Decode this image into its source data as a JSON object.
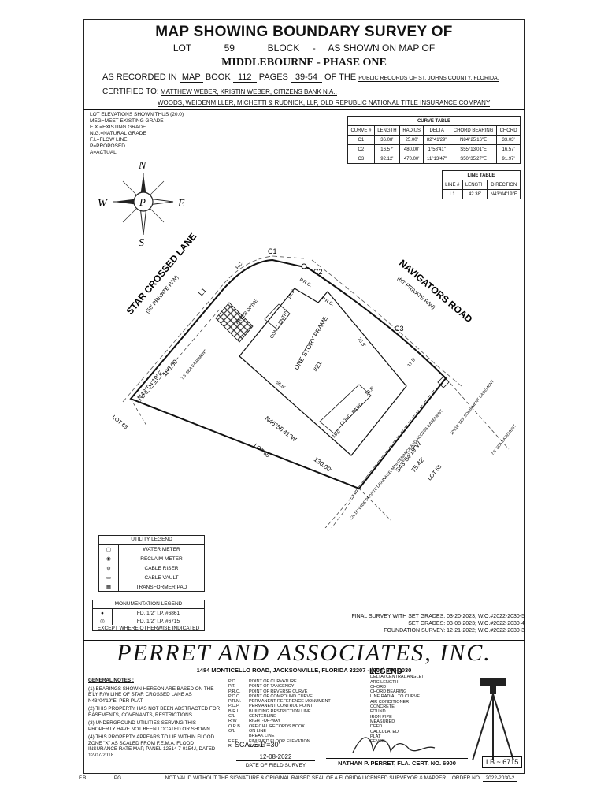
{
  "header": {
    "title": "MAP SHOWING BOUNDARY SURVEY OF",
    "lot_label": "LOT",
    "lot": "59",
    "block_label": "BLOCK",
    "block": "-",
    "as_shown": "AS SHOWN ON MAP OF",
    "subdivision": "MIDDLEBOURNE - PHASE ONE",
    "recorded_label": "AS RECORDED IN",
    "recorded_type": "MAP",
    "book_label": "BOOK",
    "book": "112",
    "pages_label": "PAGES",
    "pages": "39-54",
    "of_the": "OF THE",
    "records": "PUBLIC RECORDS OF ST. JOHNS COUNTY, FLORIDA.",
    "certified_label": "CERTIFIED TO:",
    "certified_1": "MATTHEW WEBER, KRISTIN WEBER, CITIZENS BANK N.A.,",
    "certified_2": "WOODS, WEIDENMILLER, MICHETTI & RUDNICK, LLP, OLD REPUBLIC NATIONAL TITLE INSURANCE COMPANY"
  },
  "elevation_notes": "LOT ELEVATIONS SHOWN THUS (20.0)\nMEG=MEET EXISTING GRADE\nE.X.=EXISTING GRADE\nN.G.=NATURAL GRADE\nF.L=FLOW LINE\nP=PROPOSED\nA=ACTUAL",
  "curve_table": {
    "title": "CURVE TABLE",
    "headers": [
      "CURVE #",
      "LENGTH",
      "RADIUS",
      "DELTA",
      "CHORD BEARING",
      "CHORD"
    ],
    "rows": [
      [
        "C1",
        "36.08'",
        "25.00'",
        "82°41'29\"",
        "N84°25'16\"E",
        "33.03'"
      ],
      [
        "C2",
        "16.57'",
        "480.00'",
        "1°58'41\"",
        "S55°13'01\"E",
        "16.57'"
      ],
      [
        "C3",
        "92.12'",
        "470.00'",
        "11°13'47\"",
        "S50°35'27\"E",
        "91.97'"
      ]
    ]
  },
  "line_table": {
    "title": "LINE TABLE",
    "headers": [
      "LINE #",
      "LENGTH",
      "DIRECTION"
    ],
    "rows": [
      [
        "L1",
        "42.38'",
        "N43°04'19\"E"
      ]
    ]
  },
  "map": {
    "compass": {
      "n": "N",
      "e": "E",
      "s": "S",
      "w": "W"
    },
    "road_1": "STAR CROSSED LANE",
    "road_1_sub": "(50' PRIVATE R/W)",
    "road_2": "NAVIGATORS ROAD",
    "road_2_sub": "(60' PRIVATE R/W)",
    "c1": "C1",
    "c2": "C2",
    "c3": "C3",
    "l1": "L1",
    "pc": "P.C.",
    "prc": "P.R.C.",
    "prc2": "P.R.C.",
    "house": "ONE STORY FRAME",
    "house_no": "#21",
    "entry": "CONC. ENTRY",
    "patio": "CONC. PATIO",
    "drive": "PAVER DRIVE",
    "bearing_w": "N43°04'19\"E",
    "dist_w": "180.00'",
    "bearing_s": "N46°55'41\"W",
    "dist_s": "130.00'",
    "bearing_e": "S43°04'19\"W",
    "dist_e": "75.42'",
    "lot_63": "LOT 63",
    "lot_60": "LOT 60",
    "lot_58": "LOT 58",
    "easement_w": "7.5' SEA EASEMENT",
    "easement_e": "7.5' SEA EASEMENT",
    "equip_easement": "10'x10' SEA EQUIPMENT EASEMENT",
    "drain_easement": "C/L 16' WIDE PRIVATE DRAINAGE, MAINTENANCE AND ACCESS EASEMENT",
    "dim_75_8": "75.8'",
    "dim_56_6": "56.6'",
    "dim_17_5": "17.5'",
    "dim_18_8": "18.8'",
    "dim_14_5": "14.5'",
    "dim_16_0": "16.0'"
  },
  "utility_legend": {
    "title": "UTILITY LEGEND",
    "items": [
      {
        "sym": "▢",
        "label": "WATER METER"
      },
      {
        "sym": "◉",
        "label": "RECLAIM METER"
      },
      {
        "sym": "⊖",
        "label": "CABLE RISER"
      },
      {
        "sym": "▭",
        "label": "CABLE VAULT"
      },
      {
        "sym": "▦",
        "label": "TRANSFORMER PAD"
      }
    ]
  },
  "monument_legend": {
    "title": "MONUMENTATION LEGEND",
    "items": [
      {
        "sym": "●",
        "label": "FD. 1/2\" I.P. #6861"
      },
      {
        "sym": "◎",
        "label": "FD. 1/2\" I.P. #6715"
      }
    ],
    "footer": "EXCEPT WHERE OTHERWISE INDICATED"
  },
  "grades": {
    "final": "FINAL SURVEY WITH SET GRADES: 03-20-2023; W.O.#2022-2030-5",
    "set": "SET GRADES: 03-08-2023; W.O.#2022-2030-4",
    "foundation": "FOUNDATION SURVEY: 12-21-2022; W.O.#2022-2030-3"
  },
  "firm": {
    "name": "PERRET AND ASSOCIATES, INC.",
    "address": "1484 MONTICELLO ROAD, JACKSONVILLE, FLORIDA 32207 - (904) 805-0030"
  },
  "notes": {
    "title": "GENERAL NOTES :",
    "items": [
      "(1) BEARINGS SHOWN HEREON ARE BASED ON THE E'LY R/W LINE OF STAR CROSSED LANE AS N43°04'19\"E, PER PLAT.",
      "(2) THIS PROPERTY HAS NOT BEEN ABSTRACTED FOR EASEMENTS, COVENANTS, RESTRICTIONS.",
      "(3) UNDERGROUND UTILITIES SERVING THIS PROPERTY HAVE NOT BEEN LOCATED OR SHOWN.",
      "(4) THIS PROPERTY APPEARS TO LIE WITHIN FLOOD ZONE \"X\" AS SCALED FROM F.E.M.A. FLOOD INSURANCE RATE MAP, PANEL 12514 7-0154J, DATED 12-07-2018."
    ]
  },
  "abbreviations": [
    [
      "P.C.",
      "POINT OF CURVATURE"
    ],
    [
      "P.T.",
      "POINT OF TANGENCY"
    ],
    [
      "P.R.C.",
      "POINT OF REVERSE CURVE"
    ],
    [
      "P.C.C.",
      "POINT OF COMPOUND CURVE"
    ],
    [
      "P.R.M.",
      "PERMANENT REFERENCE MONUMENT"
    ],
    [
      "P.C.P.",
      "PERMANENT CONTROL POINT"
    ],
    [
      "B.R.L.",
      "BUILDING RESTRICTION LINE"
    ],
    [
      "C/L",
      "CENTERLINE"
    ],
    [
      "R/W",
      "RIGHT-OF-WAY"
    ],
    [
      "O.R.B.",
      "OFFICIAL RECORDS BOOK"
    ],
    [
      "O/L",
      "ON LINE"
    ],
    [
      "",
      "BREAK LINE"
    ],
    [
      "F.F.E.",
      "FINISHED FLOOR ELEVATION"
    ],
    [
      "R",
      "RADIUS"
    ]
  ],
  "legend_right": {
    "title": "LEGEND",
    "items": [
      "DELTA (CENTRAL ANGLE)",
      "ARC LENGTH",
      "CHORD",
      "CHORD BEARING",
      "LINE RADIAL TO CURVE",
      "AIR CONDITIONER",
      "CONCRETE",
      "FOUND",
      "IRON PIPE",
      "MEASURED",
      "DEED",
      "CALCULATED",
      "PLAT",
      "FENCE"
    ]
  },
  "scale": "SCALE  1\"=30'",
  "field_date": "12-08-2022",
  "field_date_label": "DATE OF FIELD SURVEY",
  "surveyor": "NATHAN P. PERRET, FLA. CERT. NO. 6900",
  "lb": "LB ~ 6715",
  "footer": {
    "fb": "F.B.",
    "pg": "PG.",
    "notice": "NOT VALID WITHOUT THE SIGNATURE & ORIGINAL RAISED SEAL OF A FLORIDA LICENSED SURVEYOR & MAPPER",
    "order_label": "ORDER NO.",
    "order": "2022-2030-2"
  }
}
